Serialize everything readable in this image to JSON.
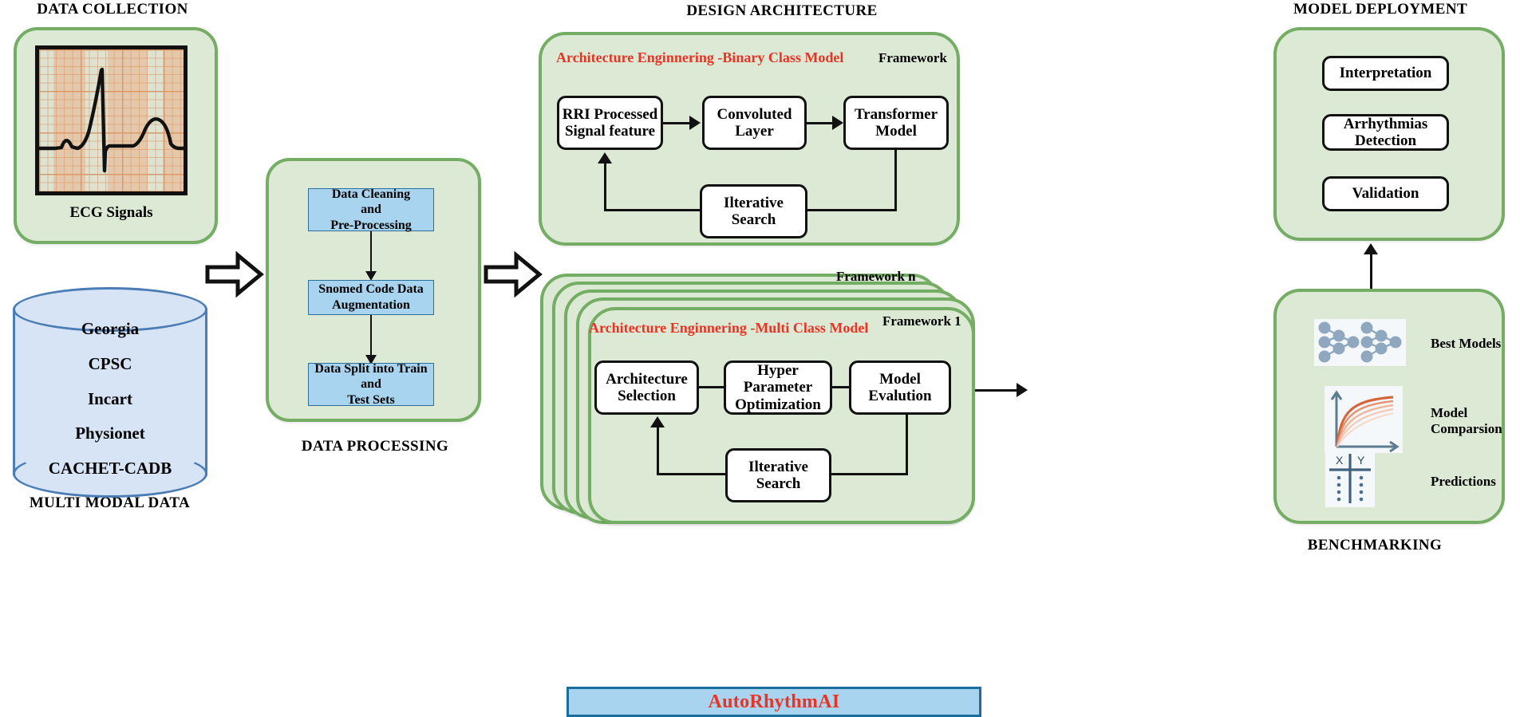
{
  "sections": {
    "data_collection": "DATA COLLECTION",
    "data_processing": "DATA PROCESSING",
    "design_architecture": "DESIGN ARCHITECTURE",
    "model_deployment": "MODEL DEPLOYMENT",
    "benchmarking": "BENCHMARKING",
    "multi_modal_data": "MULTI MODAL DATA"
  },
  "data_collection": {
    "image_caption": "ECG Signals"
  },
  "multi_modal": {
    "datasets": [
      "Georgia",
      "CPSC",
      "Incart",
      "Physionet",
      "CACHET-CADB"
    ]
  },
  "data_processing": {
    "steps": [
      "Data Cleaning\nand\nPre-Processing",
      "Snomed Code Data\nAugmentation",
      "Data Split into Train\nand\nTest Sets"
    ]
  },
  "binary_framework": {
    "title": "Architecture Enginnering -Binary Class  Model",
    "framework_label": "Framework",
    "nodes": {
      "input": "RRI Processed\nSignal feature",
      "conv": "Convoluted\nLayer",
      "transformer": "Transformer\nModel",
      "search": "Ilterative Search"
    }
  },
  "multi_framework": {
    "title": "Architecture Enginnering -Multi Class Model",
    "framework_n_label": "Framework n",
    "framework_1_label": "Framework 1",
    "nodes": {
      "selection": "Architecture\nSelection",
      "hpo": "Hyper Parameter\nOptimization",
      "evaluation": "Model Evalution",
      "search": "Ilterative Search"
    }
  },
  "model_deployment": {
    "items": [
      "Interpretation",
      "Arrhythmias\nDetection",
      "Validation"
    ]
  },
  "benchmarking": {
    "items": [
      {
        "label": "Best Models",
        "icon": "neural-network-icon"
      },
      {
        "label": "Model\nComparsion",
        "icon": "roc-curve-icon"
      },
      {
        "label": "Predictions",
        "icon": "xy-table-icon"
      }
    ]
  },
  "banner": {
    "text": "AutoRhythmAI"
  },
  "colors": {
    "panel_fill": "#dbe9d5",
    "panel_border": "#74ad63",
    "blue_fill": "#a9d4ef",
    "blue_border": "#2a6f9e",
    "accent_red": "#ea3323",
    "cylinder_fill": "#d6e4f5",
    "cylinder_border": "#4a7cb5",
    "ecg_grid": "#f07d46"
  }
}
